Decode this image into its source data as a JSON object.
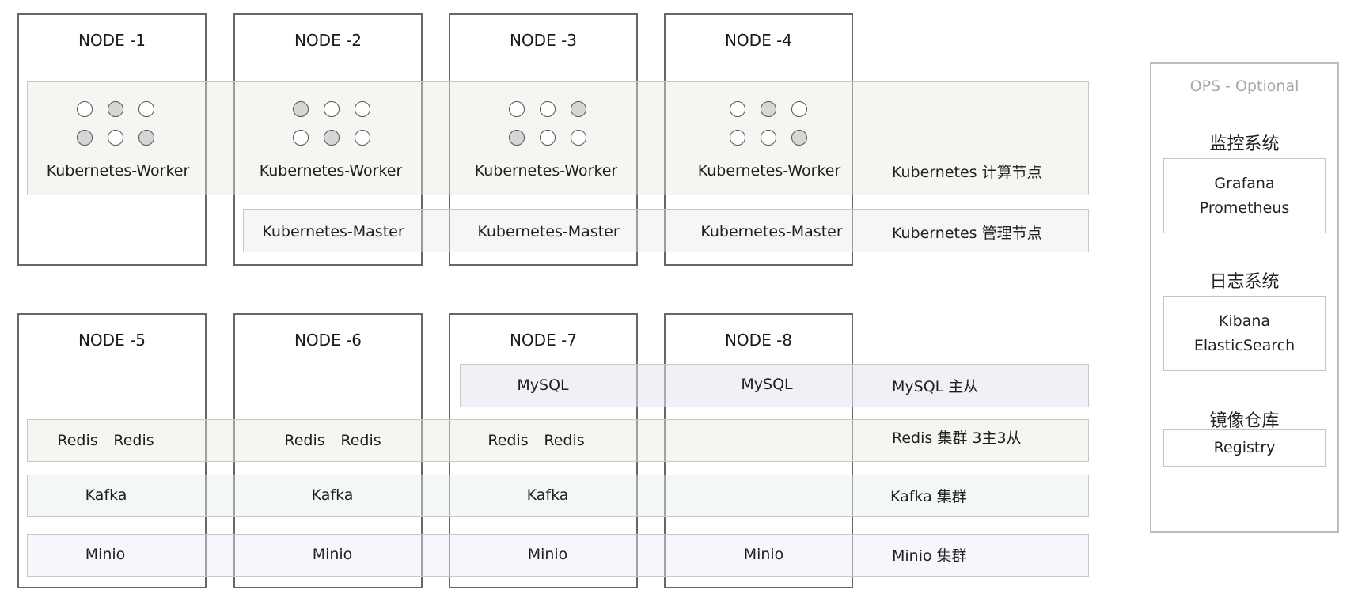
{
  "nodes": [
    "NODE -1",
    "NODE -2",
    "NODE -3",
    "NODE -4",
    "NODE -5",
    "NODE -6",
    "NODE -7",
    "NODE -8"
  ],
  "k8s": {
    "worker_label": "Kubernetes-Worker",
    "master_label": "Kubernetes-Master",
    "worker_tier": "Kubernetes 计算节点",
    "master_tier": "Kubernetes 管理节点"
  },
  "services": {
    "mysql": "MySQL",
    "mysql_tier": "MySQL 主从",
    "redis": "Redis",
    "redis_tier": "Redis 集群 3主3从",
    "kafka": "Kafka",
    "kafka_tier": "Kafka 集群",
    "minio": "Minio",
    "minio_tier": "Minio 集群"
  },
  "ops": {
    "title": "OPS - Optional",
    "monitoring": {
      "heading": "监控系统",
      "items": [
        "Grafana",
        "Prometheus"
      ]
    },
    "logging": {
      "heading": "日志系统",
      "items": [
        "Kibana",
        "ElasticSearch"
      ]
    },
    "registry": {
      "heading": "镜像仓库",
      "items": [
        "Registry"
      ]
    }
  },
  "colors": {
    "node_border": "#666666",
    "worker_band": "#e8e7de",
    "master_band": "#eee8ea",
    "mysql_band": "#e8e4f0",
    "redis_band": "#e6eade",
    "kafka_band": "#e2f0ec",
    "minio_band": "#eeecf8",
    "pod_filled": "#d6d6d6",
    "ops_border": "#bdbdbd"
  },
  "pod_patterns": [
    [
      0,
      1,
      0,
      1,
      0,
      1
    ],
    [
      1,
      0,
      0,
      0,
      1,
      0
    ],
    [
      0,
      0,
      1,
      1,
      0,
      0
    ],
    [
      0,
      1,
      0,
      0,
      0,
      1
    ]
  ]
}
